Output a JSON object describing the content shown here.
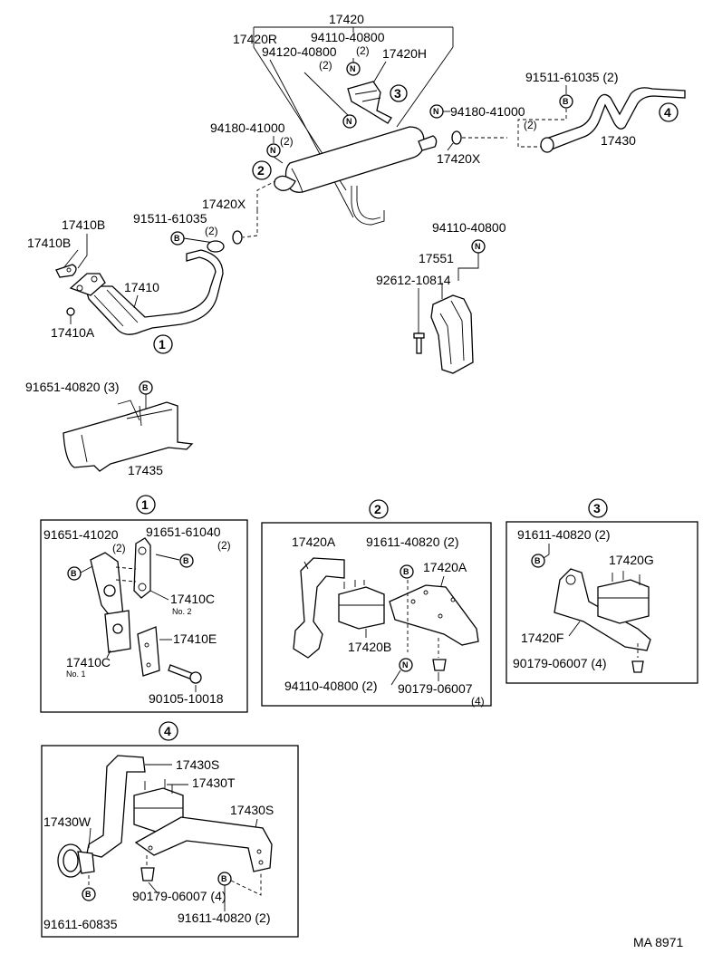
{
  "main": {
    "l_17420": "17420",
    "l_17420R": "17420R",
    "l_94110_top": "94110-40800",
    "l_94110_top_q": "(2)",
    "l_94120": "94120-40800",
    "l_94120_q": "(2)",
    "l_17420H": "17420H",
    "l_91511_r": "91511-61035 (2)",
    "l_94180_r": "94180-41000",
    "l_94180_r_q": "(2)",
    "l_17430": "17430",
    "l_94180_l": "94180-41000",
    "l_94180_l_q": "(2)",
    "l_17420X_r": "17420X",
    "l_17420X_l": "17420X",
    "l_91511_l": "91511-61035",
    "l_91511_l_q": "(2)",
    "l_17410B_a": "17410B",
    "l_17410B_b": "17410B",
    "l_17410": "17410",
    "l_17410A": "17410A",
    "l_94110_mid": "94110-40800",
    "l_17551": "17551",
    "l_92612": "92612-10814",
    "l_91651_mid": "91651-40820 (3)",
    "l_17435": "17435"
  },
  "callouts": {
    "c1": "1",
    "c2": "2",
    "c3": "3",
    "c4": "4"
  },
  "symbols": {
    "n": "N",
    "b": "B"
  },
  "detail1": {
    "title": "1",
    "l_91651_41020": "91651-41020",
    "l_91651_41020_q": "(2)",
    "l_91651_61040": "91651-61040",
    "l_91651_61040_q": "(2)",
    "l_17410C_2": "17410C",
    "l_no2": "No. 2",
    "l_17410E": "17410E",
    "l_17410C_1": "17410C",
    "l_no1": "No. 1",
    "l_90105": "90105-10018"
  },
  "detail2": {
    "title": "2",
    "l_17420A_a": "17420A",
    "l_91611": "91611-40820 (2)",
    "l_17420A_b": "17420A",
    "l_17420B": "17420B",
    "l_94110": "94110-40800 (2)",
    "l_90179": "90179-06007",
    "l_90179_q": "(4)"
  },
  "detail3": {
    "title": "3",
    "l_91611": "91611-40820 (2)",
    "l_17420G": "17420G",
    "l_17420F": "17420F",
    "l_90179": "90179-06007 (4)"
  },
  "detail4": {
    "title": "4",
    "l_17430S_a": "17430S",
    "l_17430T": "17430T",
    "l_17430S_b": "17430S",
    "l_17430W": "17430W",
    "l_90179": "90179-06007 (4)",
    "l_91611_60835": "91611-60835",
    "l_91611_40820": "91611-40820 (2)"
  },
  "footer": {
    "code": "MA 8971"
  }
}
